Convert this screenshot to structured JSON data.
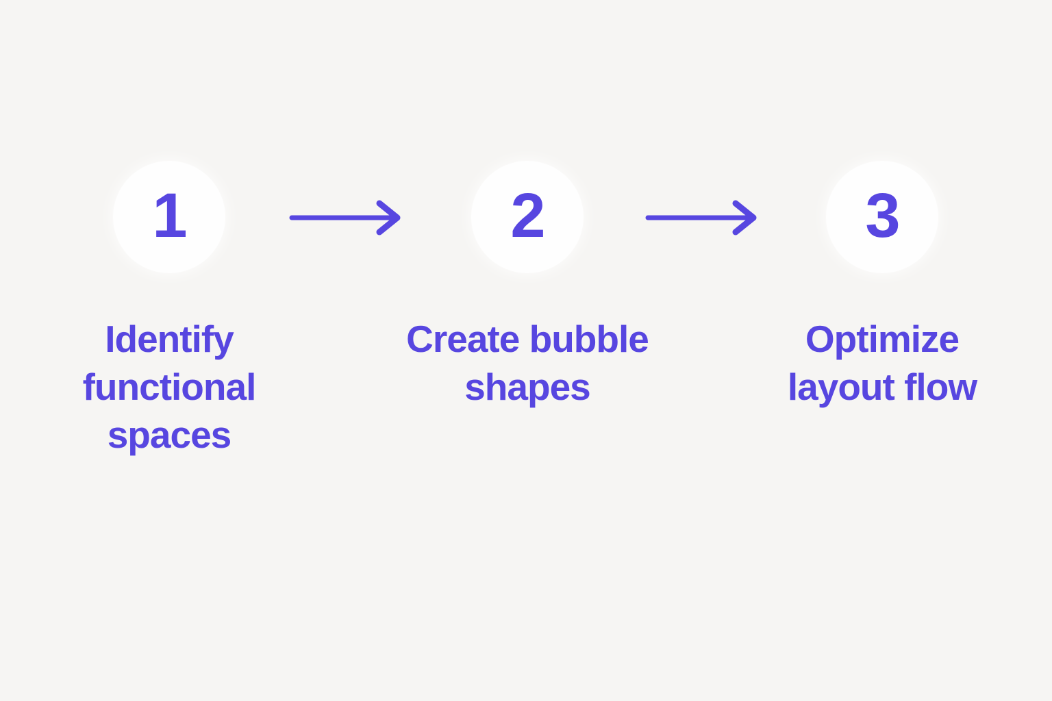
{
  "page": {
    "background_color": "#f6f5f3",
    "accent_color": "#5746e0",
    "circle_color": "#fefefe",
    "type": "three-step process diagram"
  },
  "steps": [
    {
      "number": "1",
      "label": "Identify functional spaces"
    },
    {
      "number": "2",
      "label": "Create bubble shapes"
    },
    {
      "number": "3",
      "label": "Optimize layout flow"
    }
  ],
  "arrows": [
    {
      "name": "arrow-step1-to-step2",
      "direction": "right"
    },
    {
      "name": "arrow-step2-to-step3",
      "direction": "right"
    }
  ]
}
